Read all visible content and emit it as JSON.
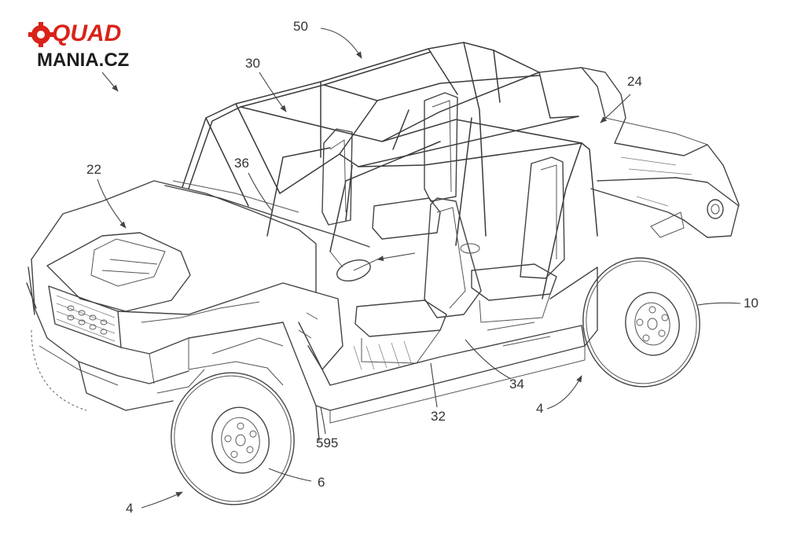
{
  "logo": {
    "line1": "QUAD",
    "line2": "MANIA.CZ",
    "accent_color": "#d9231a",
    "dark_color": "#1d1d1d"
  },
  "reference_numerals": {
    "r50": "50",
    "r30": "30",
    "r24": "24",
    "r22": "22",
    "r36": "36",
    "r10": "10",
    "r34": "34",
    "r32": "32",
    "r4_right": "4",
    "r595": "595",
    "r6": "6",
    "r4_left": "4"
  }
}
